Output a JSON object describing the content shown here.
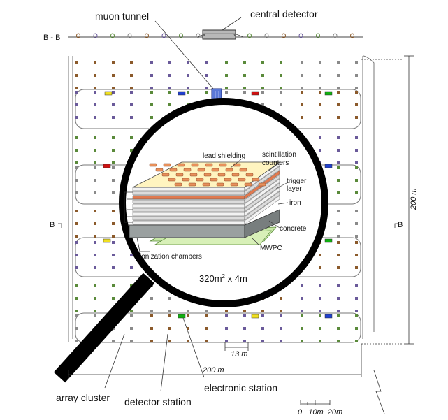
{
  "labels": {
    "muon_tunnel": "muon tunnel",
    "central_detector": "central detector",
    "section_bb": "B - B",
    "b_left": "B",
    "b_right": "B",
    "array_cluster": "array cluster",
    "detector_station": "detector station",
    "electronic_station": "electronic station",
    "dim_200_vertical": "200 m",
    "dim_200_horizontal": "200 m",
    "dim_13": "13 m",
    "scale": "0   10m  20m"
  },
  "inset": {
    "lead_shielding": "lead shielding",
    "scintillation": "scintillation",
    "counters": "counters",
    "trigger": "trigger",
    "layer": "layer",
    "iron": "iron",
    "concrete": "concrete",
    "mwpc": "MWPC",
    "ionization_chambers": "ionization chambers",
    "size_main": "320m",
    "size_sup": "2",
    "size_rest": " x 4m"
  },
  "colors": {
    "station_gray": "#8a8a8a",
    "station_brown": "#8b5a2b",
    "station_green": "#5a8a3a",
    "station_purple": "#6a5a9a",
    "elec_yellow": "#f0e020",
    "elec_blue": "#2040d0",
    "elec_red": "#d01010",
    "elec_green": "#10b010",
    "tunnel_blue": "#5a78d8"
  }
}
